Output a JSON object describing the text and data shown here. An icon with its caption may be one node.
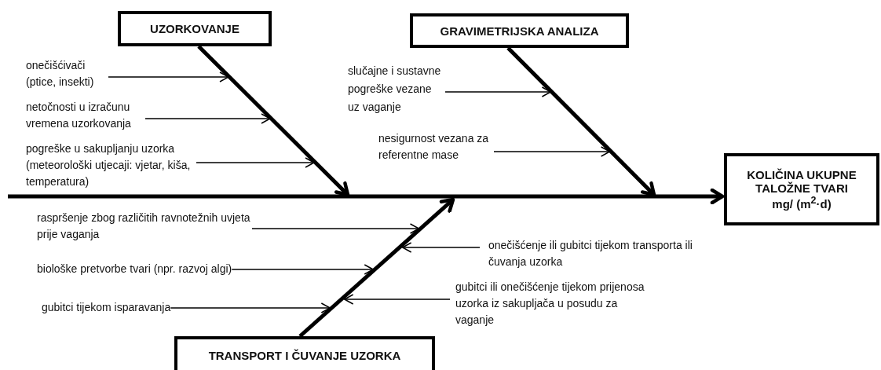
{
  "diagram": {
    "nodes": [
      {
        "text": [
          "UZORKOVANJE"
        ]
      },
      {
        "text": [
          "GRAVIMETRIJSKA ANALIZA"
        ]
      },
      {
        "text": [
          "KOLIČINA UKUPNE TALOŽNE TVARI",
          "mg/ (m$^{2}$·d)"
        ]
      },
      {
        "text": [
          "TRANSPORT I ČUVANJE UZORKA"
        ]
      },
      {
        "text": [
          "onečišćivači (ptice, insekti)"
        ]
      },
      {
        "text": [
          "netočnosti u izračunu vremena uzorkovanja"
        ]
      },
      {
        "text": [
          "pogreške u sakupljanju uzorka (meteorološki utjecaji: vjetar, kiša, temperatura)"
        ]
      },
      {
        "text": [
          "slučajne i sustavne pogreške vezane uz vaganje"
        ]
      },
      {
        "text": [
          "nesigurnost vezana za referentne mase"
        ]
      },
      {
        "text": [
          "raspršenje zbog različitih ravnotežnih uvjeta prije vaganja"
        ]
      },
      {
        "text": [
          "onečišćenje ili gubitci tijekom transporta ili čuvanja uzorka"
        ]
      },
      {
        "text": [
          "biološke pretvorbe tvari (npr. razvoj algi)"
        ]
      },
      {
        "text": [
          "gubitci ili onečišćenje tijekom prijenosa uzorka iz sakupljača u posudu za vaganje"
        ]
      },
      {
        "text": [
          "gubitci tijekom isparavanja"
        ]
      }
    ],
    "edges": [
      {
        "from": null,
        "to": 2,
        "arrow": "to",
        "style": "thick"
      },
      {
        "from": 0,
        "to": null,
        "arrow": "to",
        "style": "thick"
      },
      {
        "from": 1,
        "to": null,
        "arrow": "to",
        "style": "thick"
      },
      {
        "from": 3,
        "to": null,
        "arrow": "to",
        "style": "thick"
      },
      {
        "from": 4,
        "to": null,
        "arrow": "to"
      },
      {
        "from": 5,
        "to": null,
        "arrow": "to"
      },
      {
        "from": 6,
        "to": null,
        "arrow": "to"
      },
      {
        "from": 7,
        "to": null,
        "arrow": "to"
      },
      {
        "from": 8,
        "to": null,
        "arrow": "to"
      },
      {
        "from": 9,
        "to": null,
        "arrow": "to"
      },
      {
        "from": 10,
        "to": null,
        "arrow": "to"
      },
      {
        "from": 11,
        "to": null,
        "arrow": "to"
      },
      {
        "from": 12,
        "to": null,
        "arrow": "to"
      },
      {
        "from": 13,
        "to": null,
        "arrow": "to"
      }
    ]
  }
}
